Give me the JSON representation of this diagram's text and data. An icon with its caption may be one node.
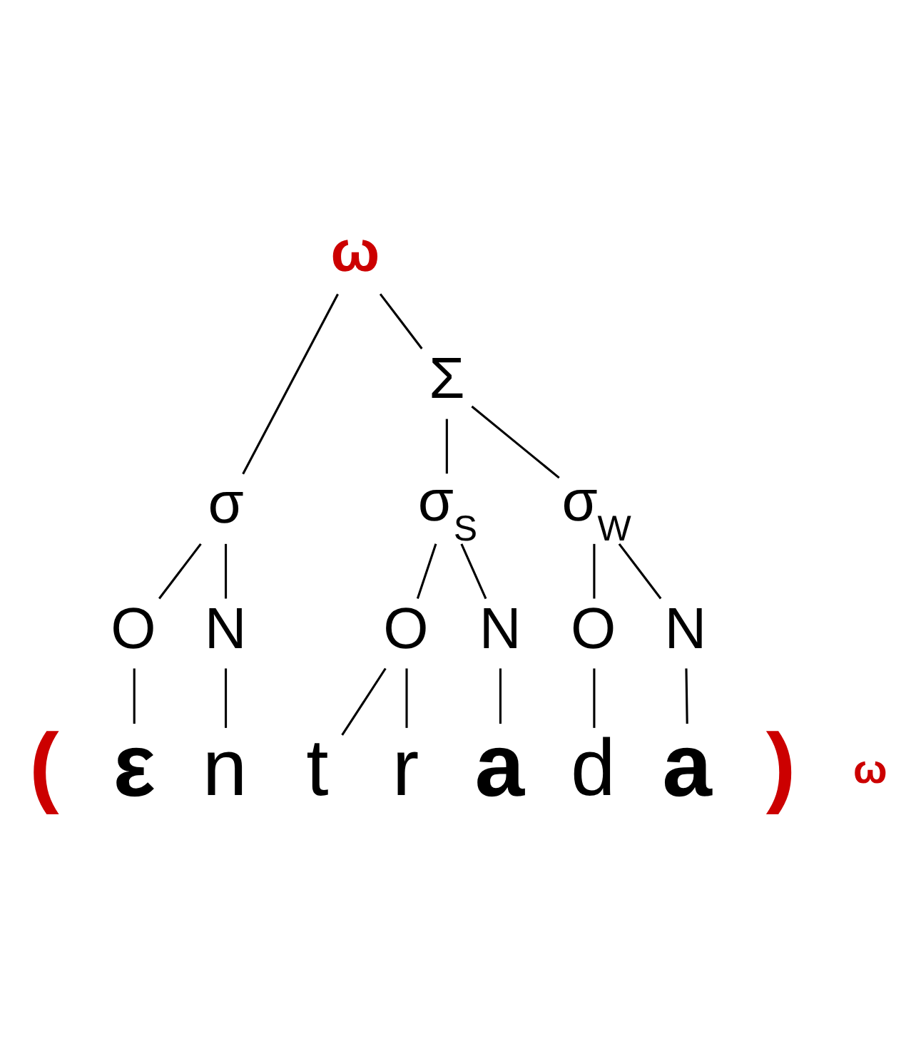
{
  "diagram": {
    "nodes": [
      {
        "text": [
          "ω"
        ]
      },
      {
        "text": [
          "σ"
        ]
      },
      {
        "text": [
          "Σ"
        ]
      },
      {
        "text": [
          "σ$_{S}$"
        ]
      },
      {
        "text": [
          "σ$_{W}$"
        ]
      },
      {
        "text": [
          "O"
        ]
      },
      {
        "text": [
          "N"
        ]
      },
      {
        "text": [
          "O"
        ]
      },
      {
        "text": [
          "N"
        ]
      },
      {
        "text": [
          "O"
        ]
      },
      {
        "text": [
          "N"
        ]
      },
      {
        "text": [
          "ε"
        ]
      },
      {
        "text": [
          "n"
        ]
      },
      {
        "text": [
          "t"
        ]
      },
      {
        "text": [
          "r"
        ]
      },
      {
        "text": [
          "a"
        ]
      },
      {
        "text": [
          "d"
        ]
      },
      {
        "text": [
          "a"
        ]
      }
    ],
    "edges": [
      {
        "from": 0,
        "to": 1,
        "arrow": "none"
      },
      {
        "from": 0,
        "to": 2,
        "arrow": "none"
      },
      {
        "from": 2,
        "to": 3,
        "arrow": "none"
      },
      {
        "from": 2,
        "to": 4,
        "arrow": "none"
      },
      {
        "from": 1,
        "to": 5,
        "arrow": "none"
      },
      {
        "from": 1,
        "to": 6,
        "arrow": "none"
      },
      {
        "from": 3,
        "to": 7,
        "arrow": "none"
      },
      {
        "from": 3,
        "to": 8,
        "arrow": "none"
      },
      {
        "from": 4,
        "to": 9,
        "arrow": "none"
      },
      {
        "from": 4,
        "to": 10,
        "arrow": "none"
      },
      {
        "from": 5,
        "to": 11,
        "arrow": "none"
      },
      {
        "from": 6,
        "to": 12,
        "arrow": "none"
      },
      {
        "from": 7,
        "to": 13,
        "arrow": "none"
      },
      {
        "from": 7,
        "to": 14,
        "arrow": "none"
      },
      {
        "from": 8,
        "to": 15,
        "arrow": "none"
      },
      {
        "from": 9,
        "to": 16,
        "arrow": "none"
      },
      {
        "from": 10,
        "to": 17,
        "arrow": "none"
      }
    ],
    "labels": [
      "(",
      ")",
      "ω"
    ]
  }
}
